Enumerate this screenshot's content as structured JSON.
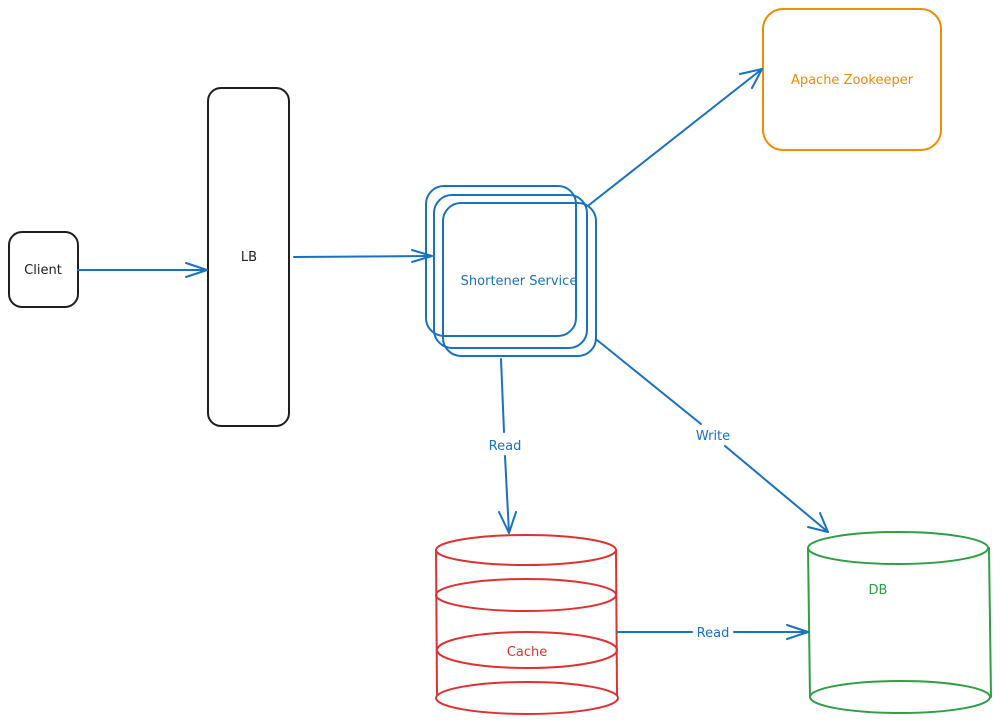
{
  "colors": {
    "black": "#1e1e1e",
    "blue": "#1971c2",
    "orange": "#f08c00",
    "red": "#e03131",
    "green": "#2f9e44"
  },
  "nodes": {
    "client": {
      "label": "Client",
      "shape": "rounded-rect"
    },
    "lb": {
      "label": "LB",
      "shape": "rounded-rect"
    },
    "shortener": {
      "label": "Shortener Service",
      "shape": "stacked-rounded-rect"
    },
    "zookeeper": {
      "label": "Apache Zookeeper",
      "shape": "rounded-rect"
    },
    "cache": {
      "label": "Cache",
      "shape": "cylinder"
    },
    "db": {
      "label": "DB",
      "shape": "cylinder"
    }
  },
  "edges": [
    {
      "from": "client",
      "to": "lb",
      "label": ""
    },
    {
      "from": "lb",
      "to": "shortener",
      "label": ""
    },
    {
      "from": "shortener",
      "to": "zookeeper",
      "label": ""
    },
    {
      "from": "shortener",
      "to": "cache",
      "label": "Read"
    },
    {
      "from": "shortener",
      "to": "db",
      "label": "Write"
    },
    {
      "from": "cache",
      "to": "db",
      "label": "Read"
    }
  ]
}
